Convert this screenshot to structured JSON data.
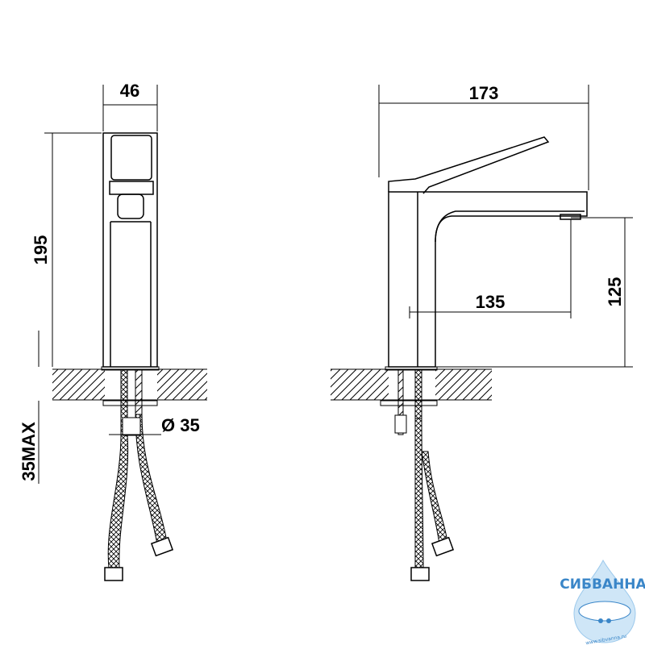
{
  "dimensions": {
    "front_width": "46",
    "front_height": "195",
    "mount_max": "35MAX",
    "hole_diameter": "Ø 35",
    "side_length": "173",
    "spout_reach": "135",
    "spout_height": "125"
  },
  "logo": {
    "name": "СИБВАННА",
    "url": "www.sibvanna.ru"
  }
}
